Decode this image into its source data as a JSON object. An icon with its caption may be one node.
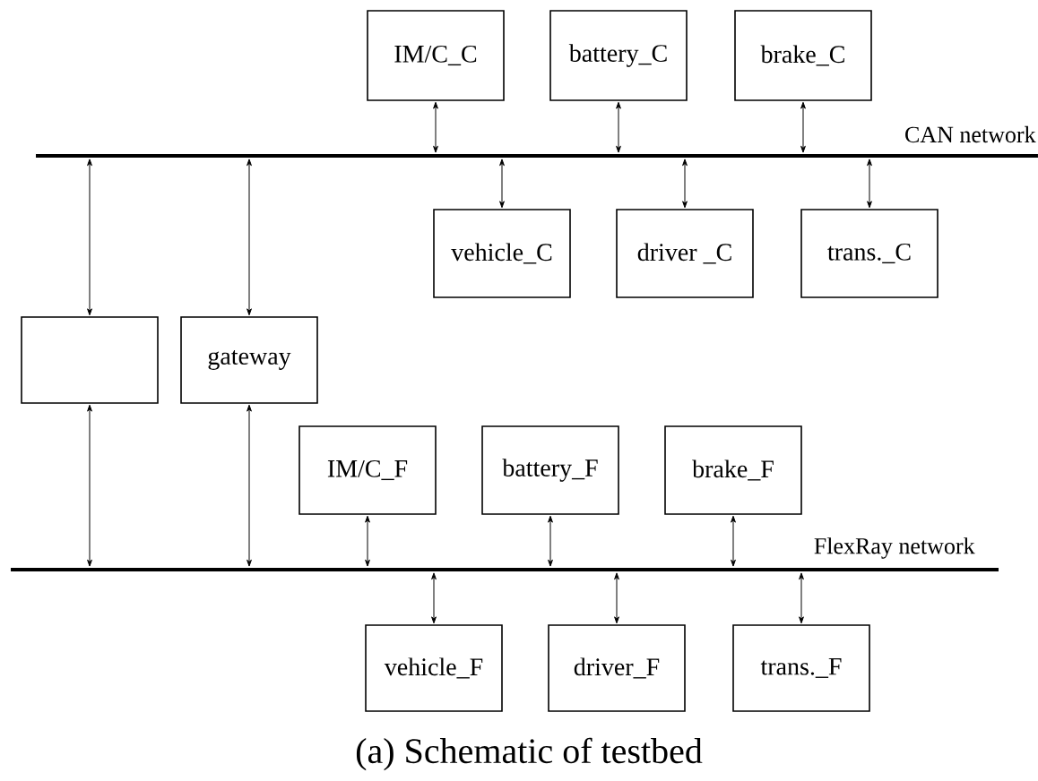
{
  "diagram": {
    "caption": "(a) Schematic of testbed",
    "nodes": [
      {
        "text": [
          "IM/C_C"
        ]
      },
      {
        "text": [
          "battery_C"
        ]
      },
      {
        "text": [
          "brake_C"
        ]
      },
      {
        "text": [],
        "shape": "bar",
        "beside": [
          "CAN network"
        ]
      },
      {
        "text": [
          "vehicle_C"
        ]
      },
      {
        "text": [
          "driver _C"
        ]
      },
      {
        "text": [
          "trans._C"
        ]
      },
      {
        "text": [],
        "shape": "box"
      },
      {
        "text": [
          "gateway"
        ]
      },
      {
        "text": [
          "IM/C_F"
        ]
      },
      {
        "text": [
          "battery_F"
        ]
      },
      {
        "text": [
          "brake_F"
        ]
      },
      {
        "text": [],
        "shape": "bar",
        "beside": [
          "FlexRay network"
        ]
      },
      {
        "text": [
          "vehicle_F"
        ]
      },
      {
        "text": [
          "driver_F"
        ]
      },
      {
        "text": [
          "trans._F"
        ]
      }
    ],
    "edges": [
      {
        "from": 0,
        "to": 3,
        "arrow": "both"
      },
      {
        "from": 1,
        "to": 3,
        "arrow": "both"
      },
      {
        "from": 2,
        "to": 3,
        "arrow": "both"
      },
      {
        "from": 3,
        "to": 4,
        "arrow": "both"
      },
      {
        "from": 3,
        "to": 5,
        "arrow": "both"
      },
      {
        "from": 3,
        "to": 6,
        "arrow": "both"
      },
      {
        "from": 3,
        "to": 7,
        "arrow": "both"
      },
      {
        "from": 3,
        "to": 8,
        "arrow": "both"
      },
      {
        "from": 7,
        "to": 12,
        "arrow": "both"
      },
      {
        "from": 8,
        "to": 12,
        "arrow": "both"
      },
      {
        "from": 9,
        "to": 12,
        "arrow": "both"
      },
      {
        "from": 10,
        "to": 12,
        "arrow": "both"
      },
      {
        "from": 11,
        "to": 12,
        "arrow": "both"
      },
      {
        "from": 12,
        "to": 13,
        "arrow": "both"
      },
      {
        "from": 12,
        "to": 14,
        "arrow": "both"
      },
      {
        "from": 12,
        "to": 15,
        "arrow": "both"
      }
    ]
  }
}
